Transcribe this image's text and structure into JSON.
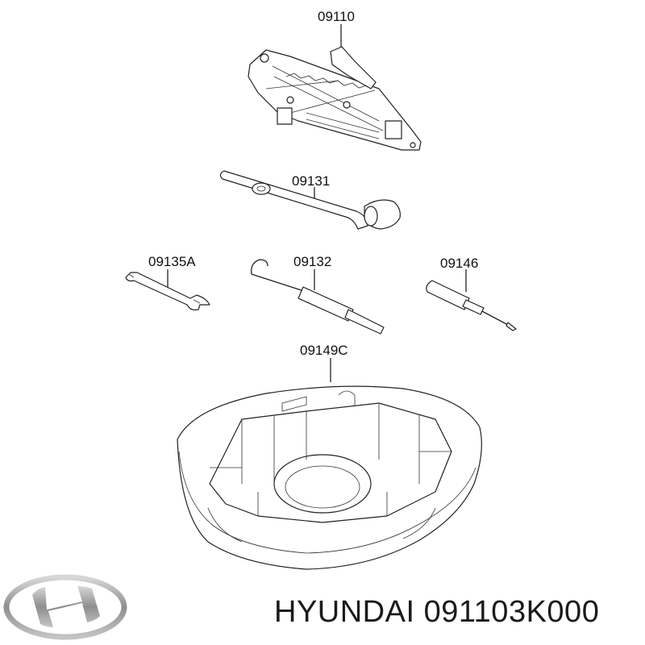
{
  "parts": [
    {
      "id": "jack",
      "label": "09110"
    },
    {
      "id": "handle",
      "label": "09131"
    },
    {
      "id": "wrench",
      "label": "09135A"
    },
    {
      "id": "hook",
      "label": "09132"
    },
    {
      "id": "screwdriver",
      "label": "09146"
    },
    {
      "id": "tray",
      "label": "09149C"
    }
  ],
  "footer": {
    "brand": "HYUNDAI",
    "part_number": "091103K000"
  },
  "logo": {
    "icon": "hyundai-logo-icon",
    "color": "#9a9a9a"
  }
}
